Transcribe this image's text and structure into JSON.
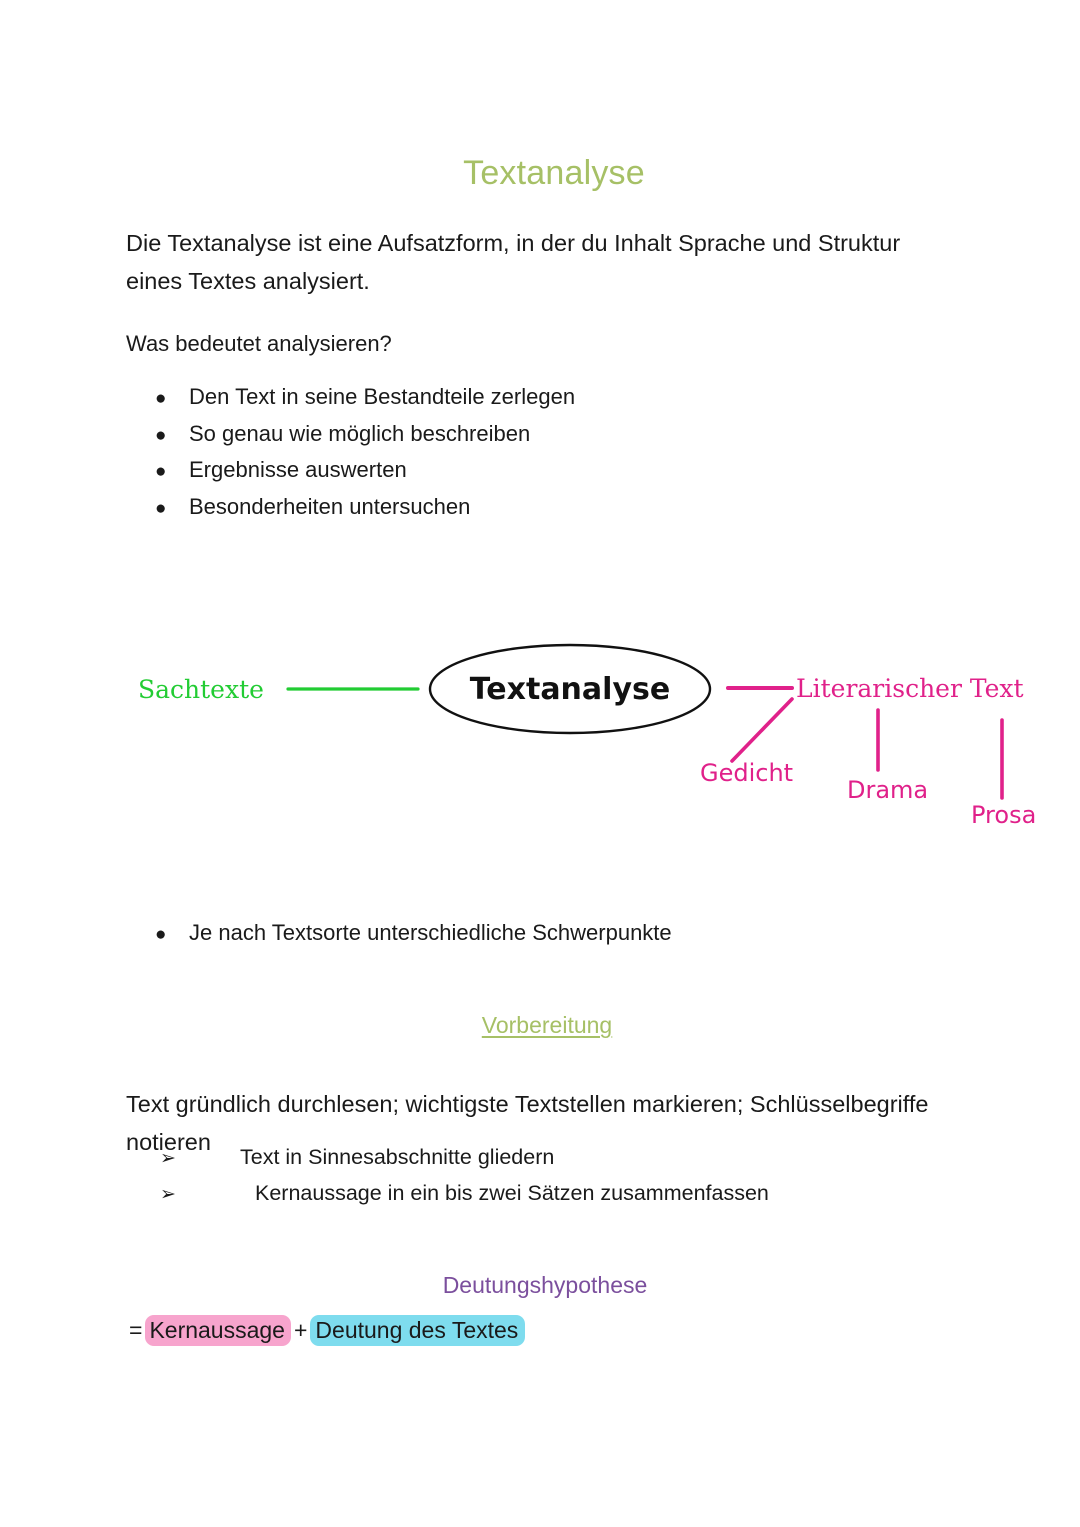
{
  "document": {
    "title": "Textanalyse",
    "intro_paragraph": "Die Textanalyse ist eine Aufsatzform, in der du Inhalt Sprache und Struktur eines Textes analysiert.",
    "question": "Was bedeutet analysieren?",
    "analysis_bullets": [
      "Den Text in seine Bestandteile zerlegen",
      "So genau wie möglich beschreiben",
      "Ergebnisse auswerten",
      "Besonderheiten untersuchen"
    ],
    "bullet_marker": "●",
    "post_diagram_bullet": "Je nach Textsorte unterschiedliche Schwerpunkte",
    "section_heading": "Vorbereitung",
    "prep_paragraph": "Text gründlich durchlesen; wichtigste Textstellen markieren; Schlüsselbegriffe notieren",
    "arrow_marker": "➢",
    "prep_steps": [
      "Text in Sinnesabschnitte gliedern",
      "Kernaussage in ein bis zwei Sätzen zusammenfassen"
    ],
    "hypothesis_heading": "Deutungshypothese",
    "formula": {
      "equals": "=",
      "term_one": "Kernaussage",
      "plus": "+",
      "term_two": "Deutung des Textes"
    }
  },
  "mindmap": {
    "center_label": "Textanalyse",
    "left_branch_label": "Sachtexte",
    "right_branch_label": "Literarischer Text",
    "right_leaves": [
      "Gedicht",
      "Drama",
      "Prosa"
    ]
  },
  "colors": {
    "heading_green": "#a6c066",
    "mindmap_green": "#22cc33",
    "mindmap_pink": "#e0218a",
    "hypothesis_purple": "#7b4f9d",
    "highlight_pink": "#f7a4cd",
    "highlight_cyan": "#7edcee",
    "body_text": "#1a1a1a",
    "outline_black": "#111111"
  }
}
